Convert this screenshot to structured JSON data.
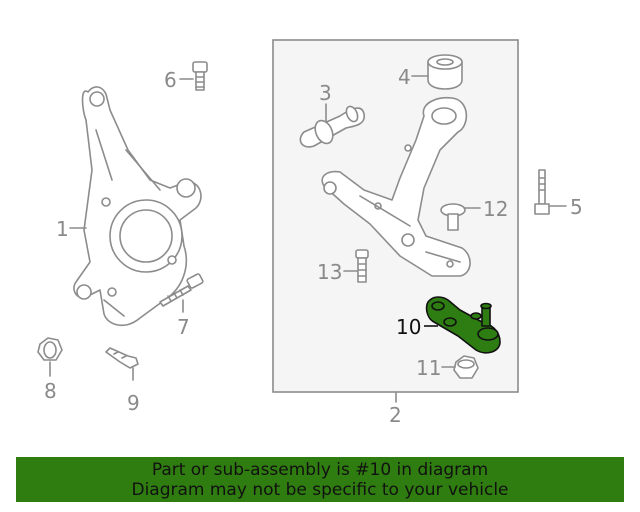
{
  "callouts": {
    "c1": "1",
    "c2": "2",
    "c3": "3",
    "c4": "4",
    "c5": "5",
    "c6": "6",
    "c7": "7",
    "c8": "8",
    "c9": "9",
    "c10": "10",
    "c11": "11",
    "c12": "12",
    "c13": "13"
  },
  "highlight_part": "10",
  "colors": {
    "highlight": "#2e7d12",
    "banner": "#2f7d10",
    "line": "#8c8c8c",
    "box_fill": "#f5f5f5"
  },
  "banner": {
    "line1": "Part or sub-assembly is #10 in diagram",
    "line2": "Diagram may not be specific to your vehicle"
  }
}
